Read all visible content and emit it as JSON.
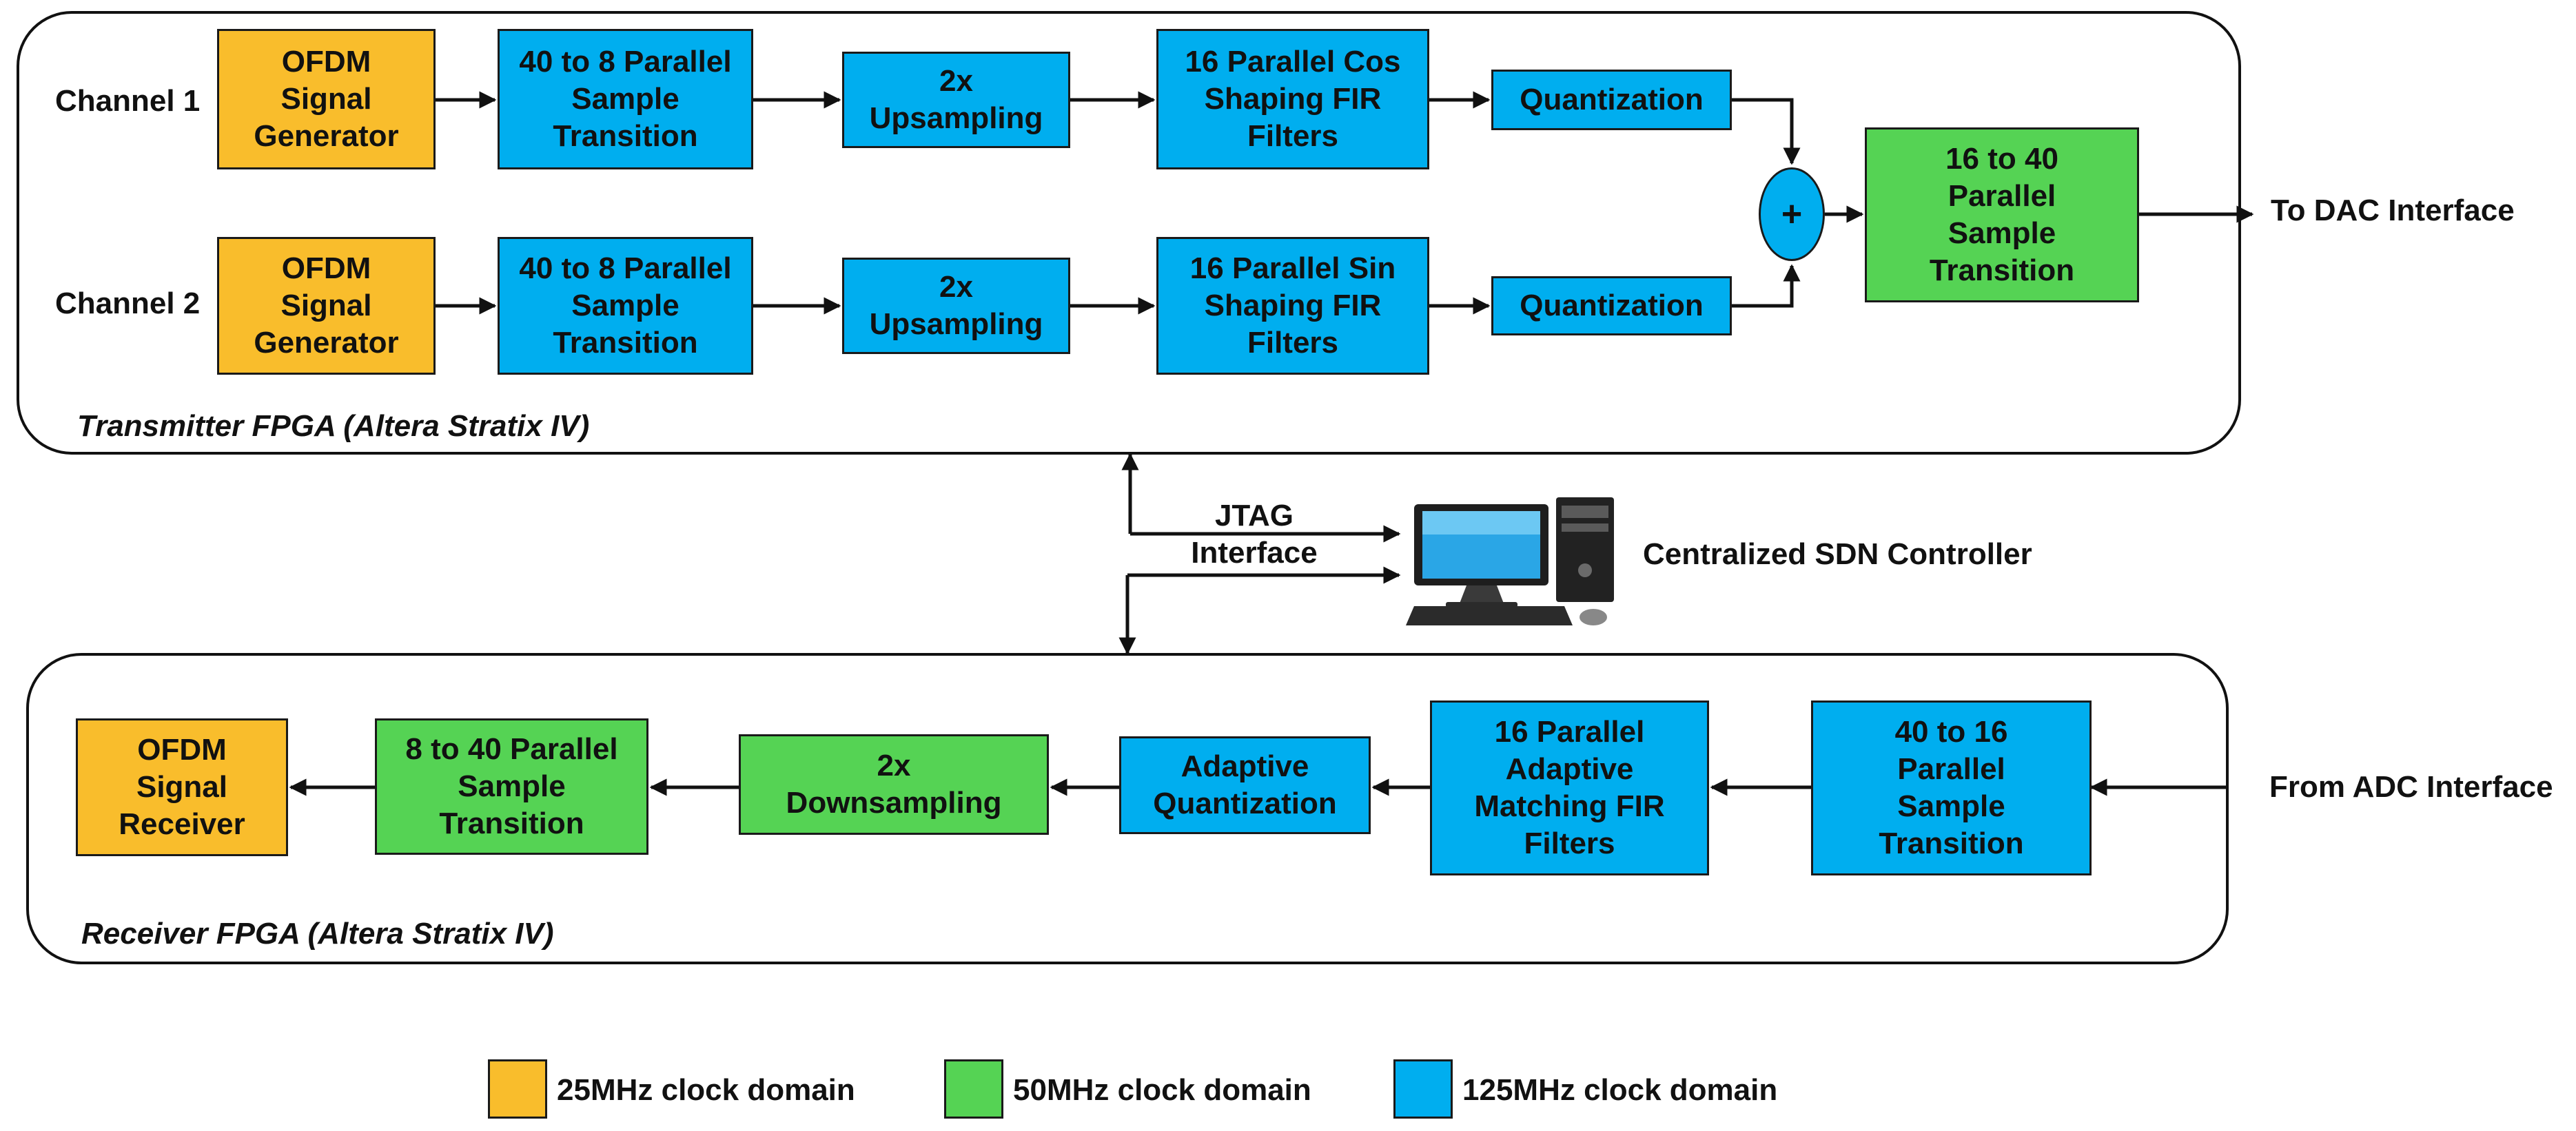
{
  "transmitter": {
    "label": "Transmitter  FPGA (Altera Stratix IV)",
    "channel1": {
      "label": "Channel 1",
      "generator": "OFDM\nSignal\nGenerator",
      "transition": "40 to 8 Parallel\nSample\nTransition",
      "upsampling": "2x\nUpsampling",
      "filters": "16 Parallel Cos\nShaping FIR\nFilters",
      "quantization": "Quantization"
    },
    "channel2": {
      "label": "Channel 2",
      "generator": "OFDM\nSignal\nGenerator",
      "transition": "40 to 8 Parallel\nSample\nTransition",
      "upsampling": "2x\nUpsampling",
      "filters": "16 Parallel Sin\nShaping FIR\nFilters",
      "quantization": "Quantization"
    },
    "adder": "+",
    "output_transition": "16 to 40\nParallel\nSample\nTransition",
    "output_label": "To DAC  Interface"
  },
  "controller": {
    "jtag_label": "JTAG\nInterface",
    "label": "Centralized SDN Controller",
    "icon": "desktop-computer-icon"
  },
  "receiver": {
    "label": "Receiver  FPGA (Altera Stratix IV)",
    "input_label": "From ADC Interface",
    "input_transition": "40 to 16\nParallel\nSample\nTransition",
    "filters": "16 Parallel\nAdaptive\nMatching FIR\nFilters",
    "quantization": "Adaptive\nQuantization",
    "downsampling": "2x\nDownsampling",
    "output_transition": "8 to 40 Parallel\nSample\nTransition",
    "receiver_block": "OFDM\nSignal\nReceiver"
  },
  "legend": [
    {
      "label": "25MHz  clock domain",
      "color": "#f9bd2c"
    },
    {
      "label": "50MHz  clock domain",
      "color": "#55d354"
    },
    {
      "label": "125MHz  clock domain",
      "color": "#00aeef"
    }
  ]
}
